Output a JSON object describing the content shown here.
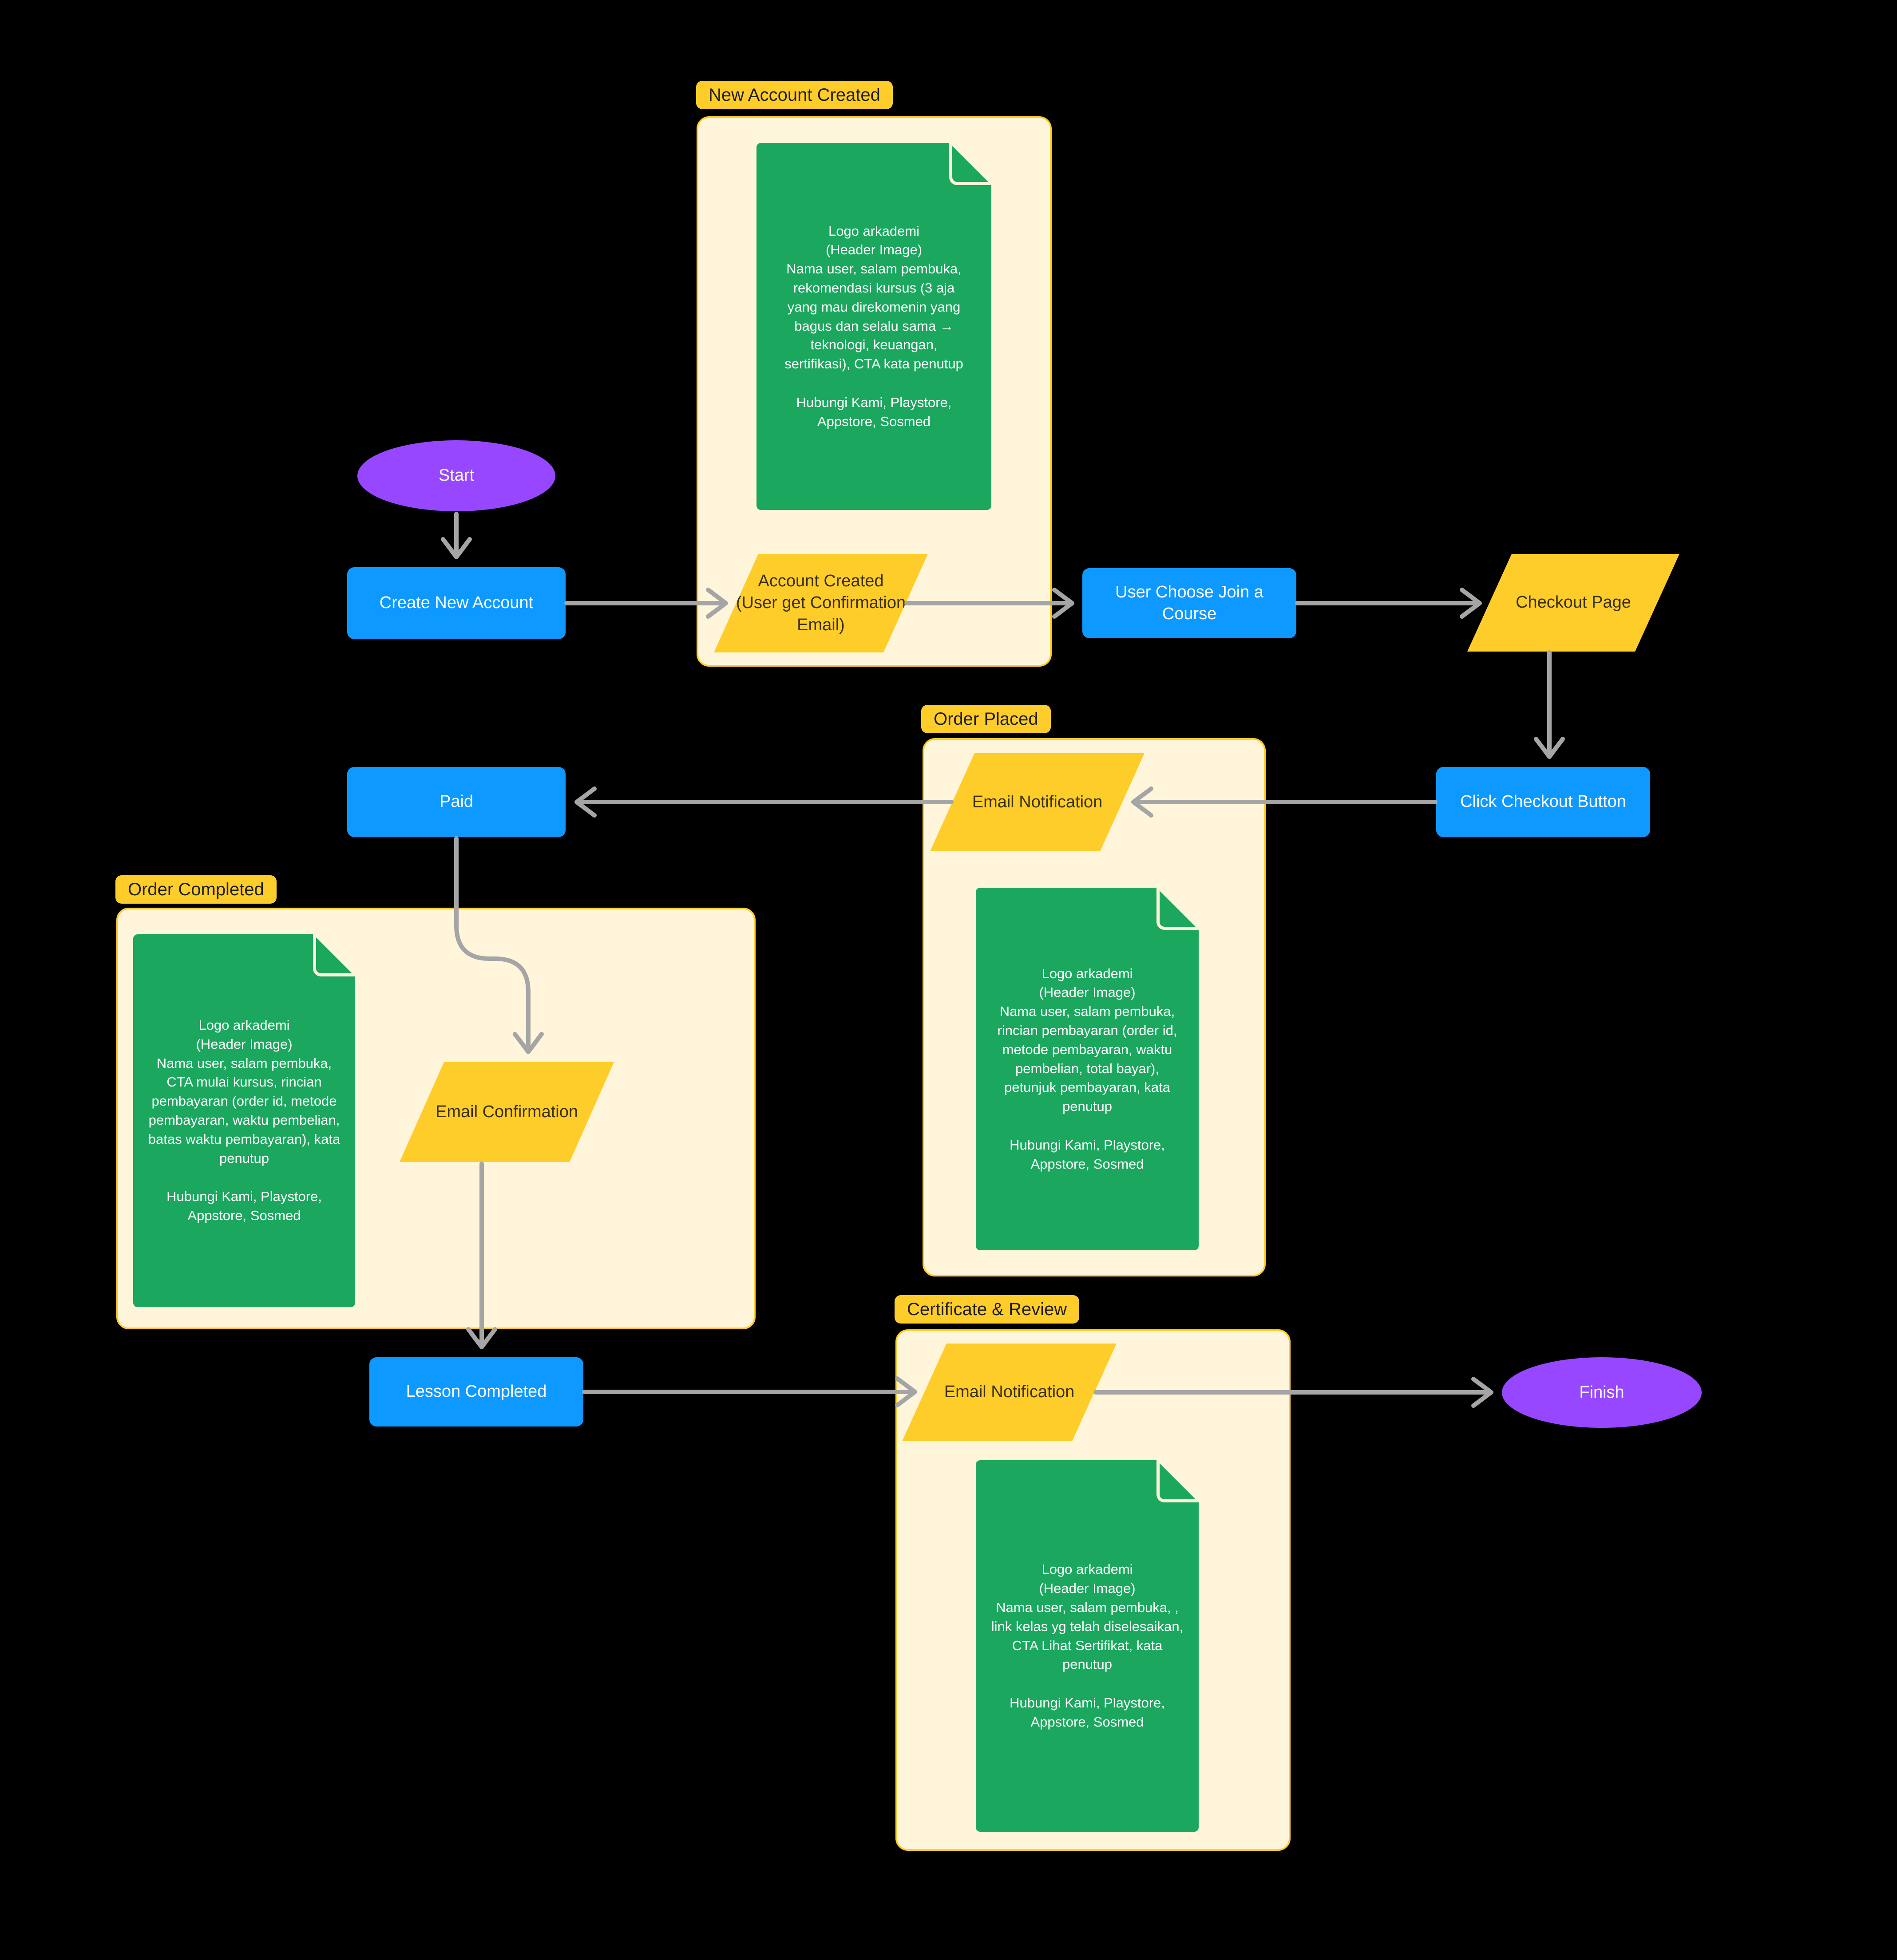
{
  "colors": {
    "background": "#000000",
    "process_blue": "#0D99FF",
    "io_yellow": "#FFCD29",
    "terminator_purple": "#9747FF",
    "document_green": "#1BA75E",
    "group_fill_cream": "#FFF5DB",
    "group_border_yellow": "#FFCD29",
    "connector_gray": "#A5A5A5",
    "label_text_dark": "#1E1E1E",
    "io_text_dark": "#383014",
    "shape_text_white": "#FFFFFF"
  },
  "groups": {
    "new_account_created": {
      "label": "New Account Created"
    },
    "order_placed": {
      "label": "Order Placed"
    },
    "order_completed": {
      "label": "Order Completed"
    },
    "certificate_review": {
      "label": "Certificate & Review"
    }
  },
  "nodes": {
    "start": {
      "label": "Start"
    },
    "finish": {
      "label": "Finish"
    },
    "create_new_account": {
      "label": "Create New Account"
    },
    "user_choose_join_course": {
      "label": "User Choose Join a Course"
    },
    "click_checkout_button": {
      "label": "Click Checkout Button"
    },
    "paid": {
      "label": "Paid"
    },
    "lesson_completed": {
      "label": "Lesson Completed"
    },
    "account_created": {
      "label": "Account Created\n(User get Confirmation\nEmail)"
    },
    "checkout_page": {
      "label": "Checkout Page"
    },
    "email_notification_order": {
      "label": "Email Notification"
    },
    "email_confirmation": {
      "label": "Email Confirmation"
    },
    "email_notification_certificate": {
      "label": "Email Notification"
    }
  },
  "documents": {
    "new_account_email": {
      "body": "Logo arkademi\n(Header Image)\nNama user, salam pembuka,\nrekomendasi kursus (3 aja\nyang mau direkomenin yang\nbagus dan selalu sama →\nteknologi, keuangan,\nsertifikasi), CTA kata penutup",
      "footer": "Hubungi Kami, Playstore,\nAppstore, Sosmed"
    },
    "order_placed_email": {
      "body": "Logo arkademi\n(Header Image)\nNama user, salam pembuka,\nrincian pembayaran (order id,\nmetode pembayaran, waktu\npembelian, total bayar),\npetunjuk pembayaran, kata\npenutup",
      "footer": "Hubungi Kami, Playstore,\nAppstore, Sosmed"
    },
    "order_completed_email": {
      "body": "Logo arkademi\n(Header Image)\nNama user, salam pembuka,\nCTA mulai kursus, rincian\npembayaran (order id, metode\npembayaran, waktu pembelian,\nbatas waktu pembayaran), kata\npenutup",
      "footer": "Hubungi Kami, Playstore,\nAppstore, Sosmed"
    },
    "certificate_email": {
      "body": "Logo arkademi\n(Header Image)\nNama user, salam pembuka, ,\nlink kelas yg telah diselesaikan,\nCTA Lihat Sertifikat, kata\npenutup",
      "footer": "Hubungi Kami, Playstore,\nAppstore, Sosmed"
    }
  }
}
